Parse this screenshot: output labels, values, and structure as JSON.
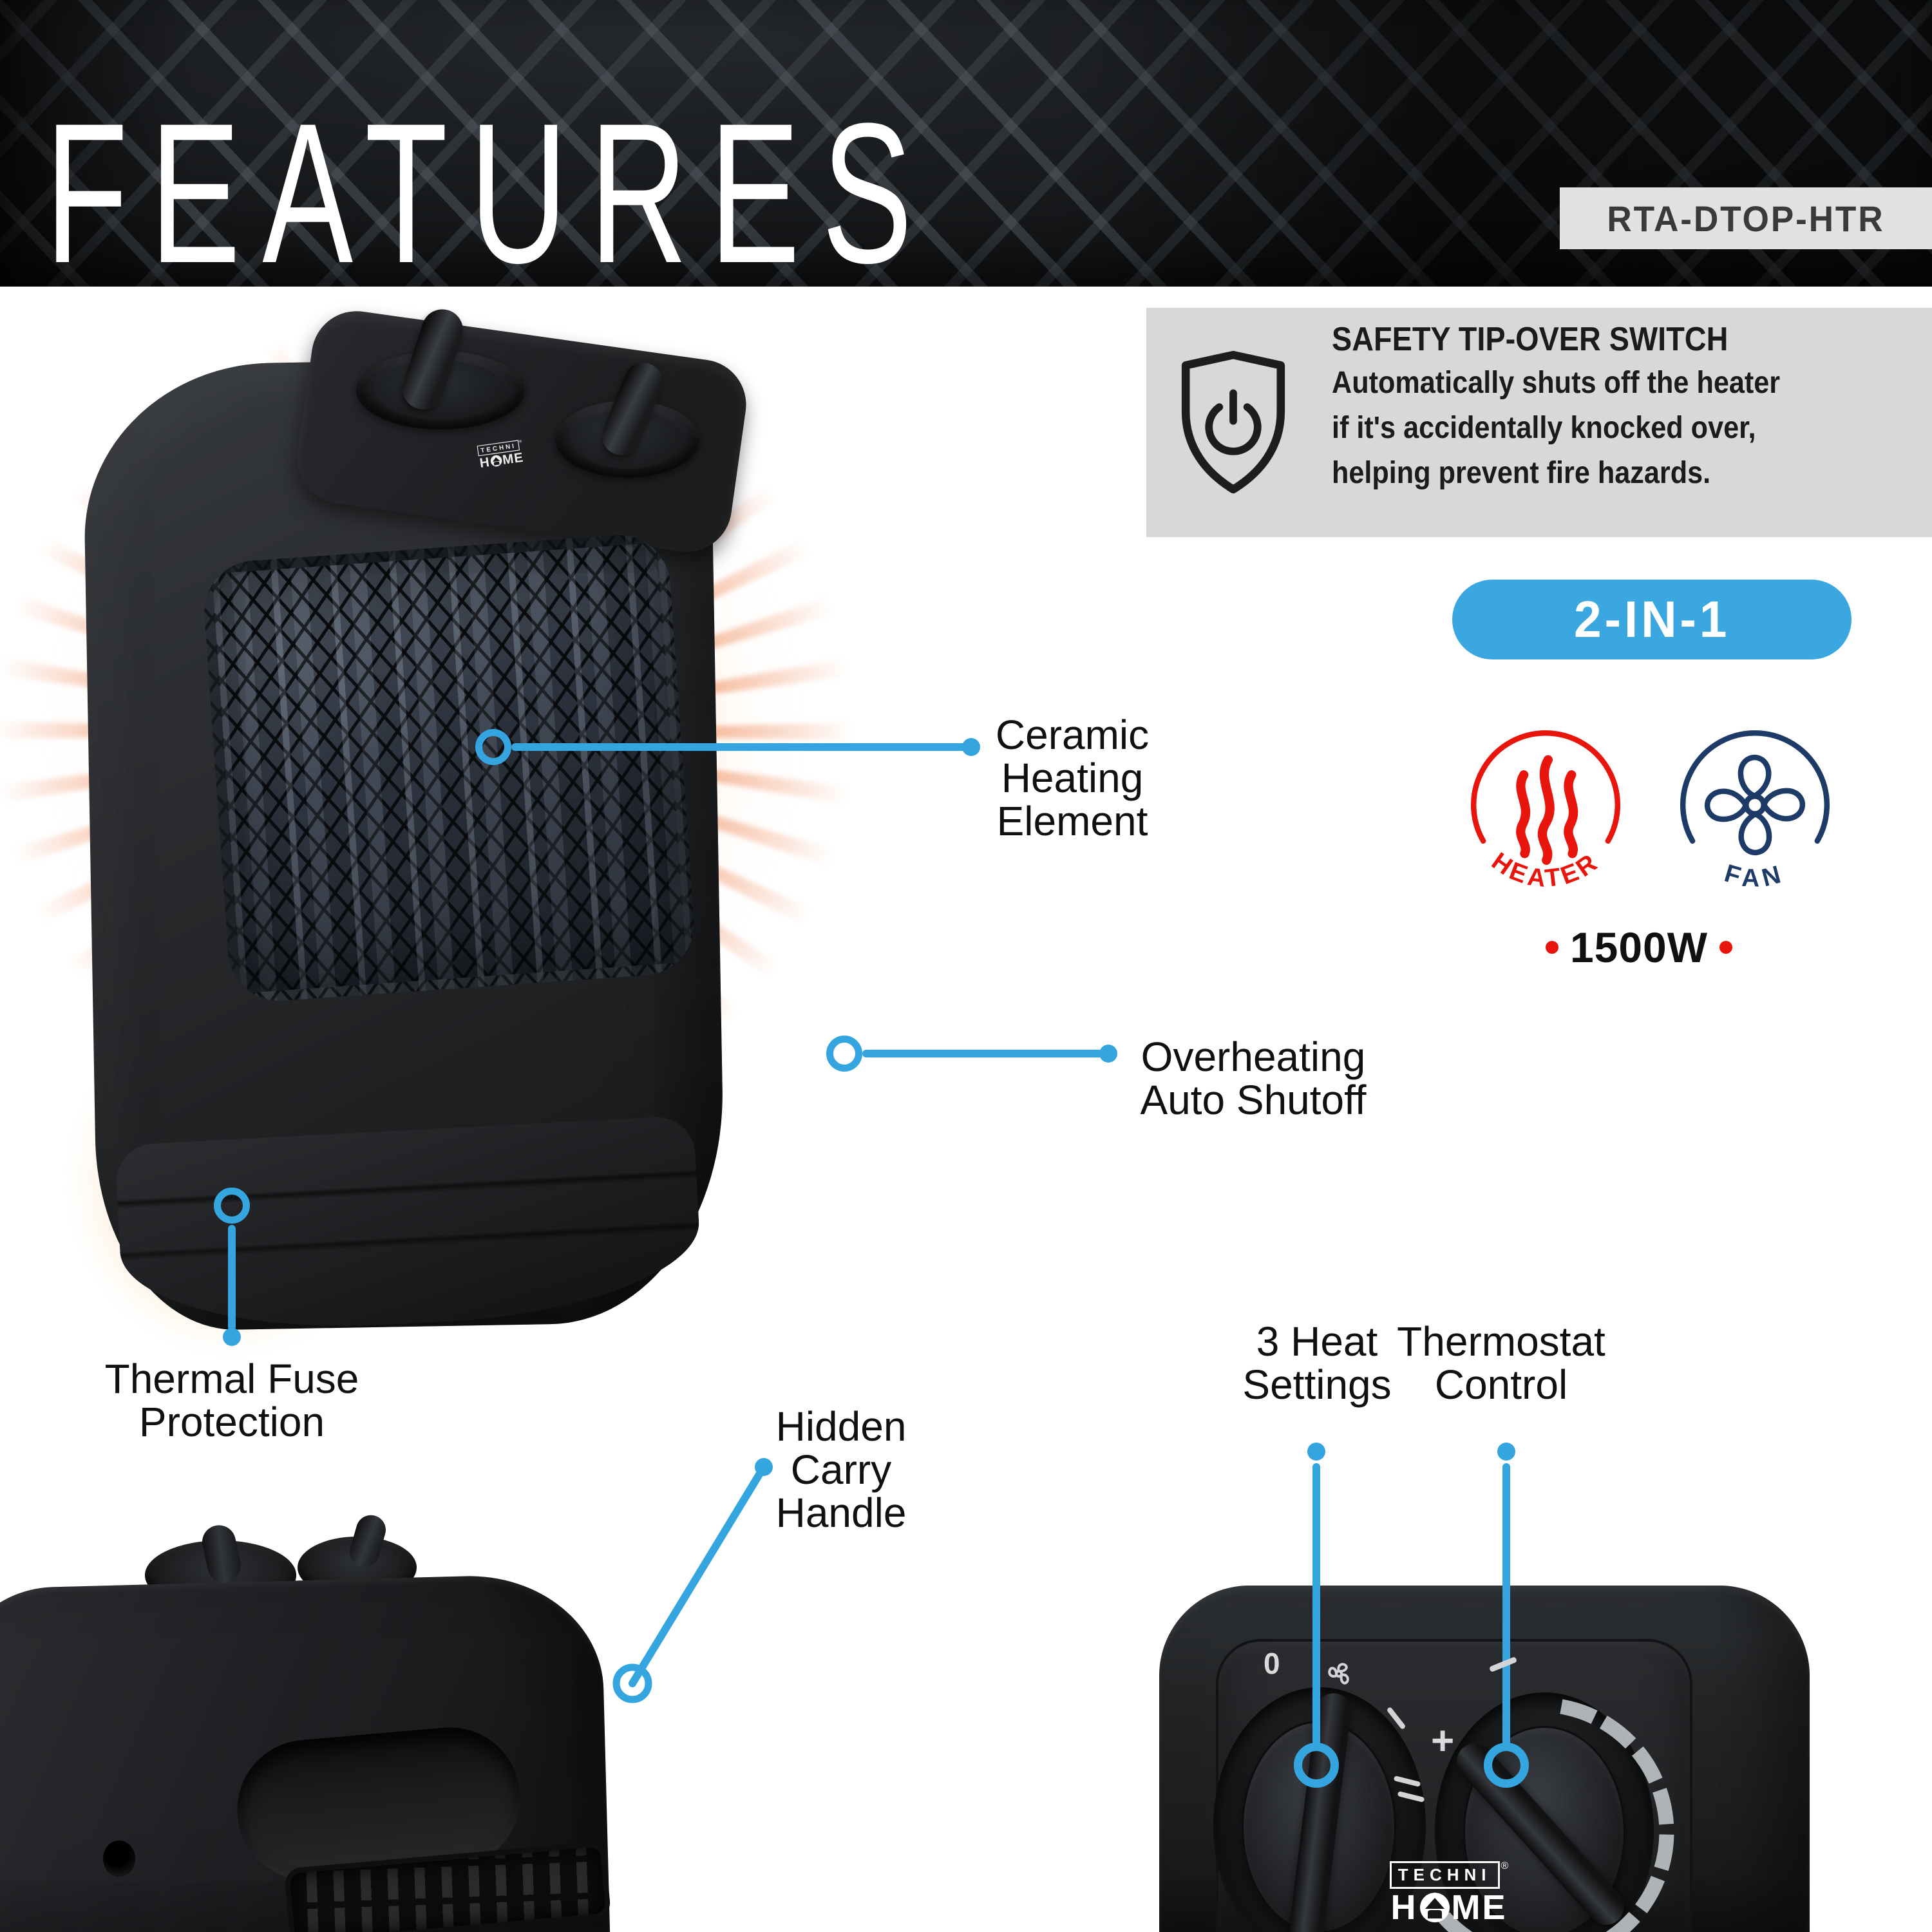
{
  "header": {
    "title": "FEATURES",
    "model_badge": "RTA-DTOP-HTR"
  },
  "safety_callout": {
    "title": "SAFETY TIP-OVER SWITCH",
    "lines": [
      "Automatically shuts off the heater",
      "if it's accidentally knocked over,",
      "helping prevent fire hazards."
    ]
  },
  "two_in_one_badge": "2-IN-1",
  "mode_icons": {
    "heater_label": "HEATER",
    "fan_label": "FAN"
  },
  "wattage": {
    "value": "1500W"
  },
  "feature_callouts": {
    "ceramic_heating_element": {
      "lines": [
        "Ceramic",
        "Heating",
        "Element"
      ]
    },
    "overheating_auto_shutoff": {
      "lines": [
        "Overheating",
        "Auto Shutoff"
      ]
    },
    "thermal_fuse_protection": {
      "lines": [
        "Thermal Fuse",
        "Protection"
      ]
    },
    "hidden_carry_handle": {
      "lines": [
        "Hidden",
        "Carry",
        "Handle"
      ]
    },
    "heat_settings": {
      "lines": [
        "3 Heat",
        "Settings"
      ]
    },
    "thermostat_control": {
      "lines": [
        "Thermostat",
        "Control"
      ]
    }
  },
  "knob_labels": {
    "off": "0",
    "plus": "+"
  },
  "brand": {
    "name_top": "TECHNI",
    "reg_mark": "®",
    "home_h": "H",
    "home_me": "ME"
  },
  "colors": {
    "accent_blue": "#35a5e0",
    "pill_blue": "#3aa7e0",
    "heater_red": "#e8150d",
    "fan_navy": "#1e3a66",
    "banner_bg": "#0d0f11",
    "box_gray": "#d8d8d8"
  }
}
